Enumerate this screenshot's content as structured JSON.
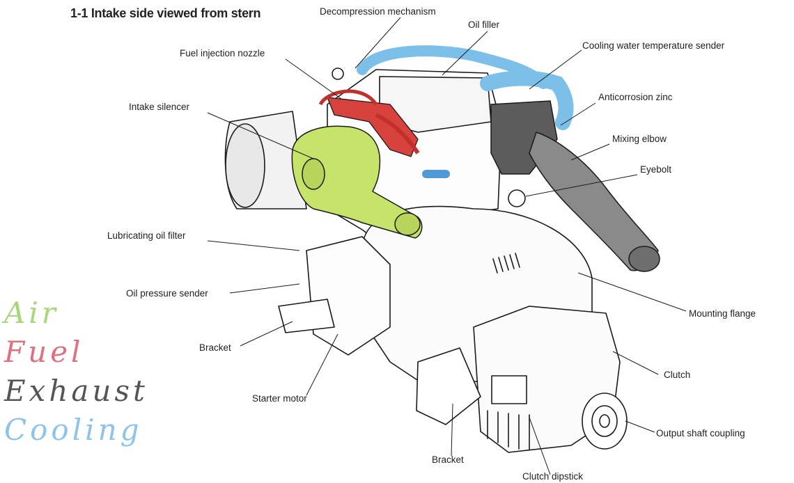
{
  "title": "1-1 Intake side viewed from stern",
  "labels": {
    "decompression_mechanism": "Decompression mechanism",
    "oil_filler": "Oil filler",
    "fuel_injection_nozzle": "Fuel injection nozzle",
    "cooling_water_temperature_sender": "Cooling water temperature sender",
    "intake_silencer": "Intake silencer",
    "anticorrosion_zinc": "Anticorrosion zinc",
    "mixing_elbow": "Mixing elbow",
    "eyebolt": "Eyebolt",
    "lubricating_oil_filter": "Lubricating oil filter",
    "oil_pressure_sender": "Oil pressure sender",
    "mounting_flange": "Mounting flange",
    "bracket_left": "Bracket",
    "clutch": "Clutch",
    "starter_motor": "Starter motor",
    "output_shaft_coupling": "Output shaft coupling",
    "bracket_bottom": "Bracket",
    "clutch_dipstick": "Clutch dipstick"
  },
  "legend": [
    {
      "text": "Air",
      "color": "#a8d67a"
    },
    {
      "text": "Fuel",
      "color": "#e0707e"
    },
    {
      "text": "Exhaust",
      "color": "#555555"
    },
    {
      "text": "Cooling",
      "color": "#8ec4ea"
    }
  ],
  "colors": {
    "air": "#c6e36a",
    "fuel": "#d8423c",
    "exhaust": "#6a6a6a",
    "cooling": "#7cbfe8"
  }
}
